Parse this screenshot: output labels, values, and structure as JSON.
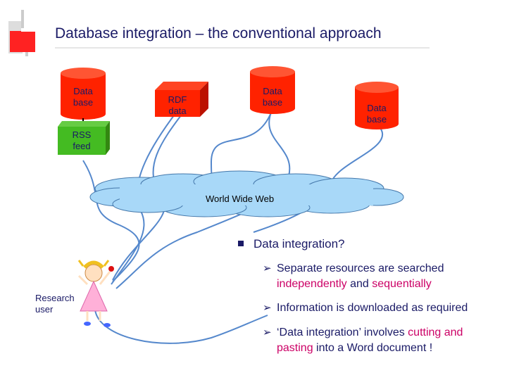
{
  "title": "Database integration – the conventional approach",
  "sources": {
    "db1": "Data base",
    "rdf": "RDF data",
    "db2": "Data base",
    "db3": "Data base",
    "rss": "RSS feed"
  },
  "cloud_label": "World Wide Web",
  "user_label": "Research user",
  "bullet_main": "Data integration?",
  "bullets": [
    {
      "parts": [
        "Separate resources are searched ",
        "independently",
        " and ",
        "sequentially",
        ""
      ]
    },
    {
      "parts": [
        "Information is downloaded as required"
      ]
    },
    {
      "parts": [
        "‘Data integration’ involves ",
        "cutting and pasting",
        " into a Word document !"
      ]
    }
  ],
  "colors": {
    "title": "#1a1a66",
    "database": "#ff2200",
    "rss": "#44bb22",
    "cloud": "#a8d8f8",
    "connector": "#5588cc",
    "highlight": "#cc0066"
  }
}
